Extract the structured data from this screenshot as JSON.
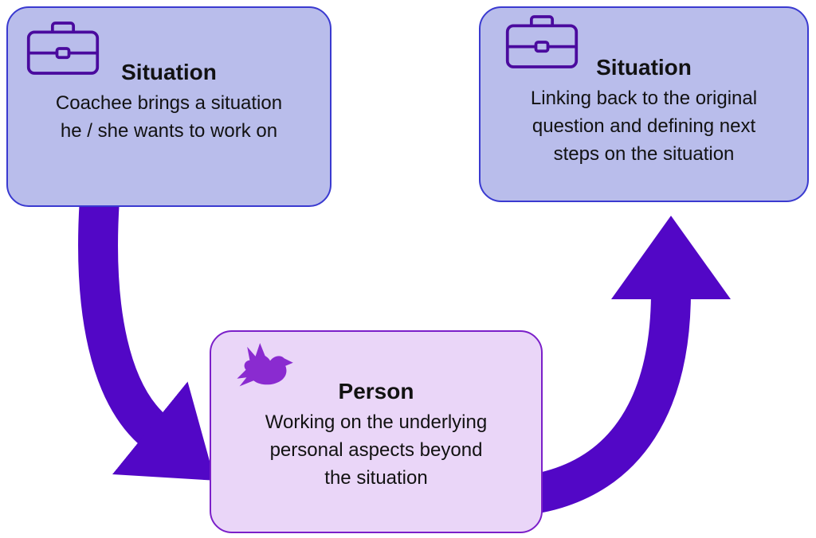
{
  "colors": {
    "situation_box_fill": "#b9bdeb",
    "situation_box_border": "#3a3ad0",
    "person_box_fill": "#ead6f8",
    "person_box_border": "#7b1fc9",
    "arrow": "#5207c6",
    "briefcase_icon": "#4a0a9e",
    "dove_icon": "#8a2bd0",
    "text": "#121212",
    "background": "#ffffff"
  },
  "boxes": [
    {
      "id": "situation-start",
      "icon": "briefcase-icon",
      "title": "Situation",
      "lines": [
        "Coachee brings a situation",
        "he / she wants to work on"
      ]
    },
    {
      "id": "situation-end",
      "icon": "briefcase-icon",
      "title": "Situation",
      "lines": [
        "Linking back to the original",
        "question and defining next",
        "steps on the situation"
      ]
    },
    {
      "id": "person",
      "icon": "dove-icon",
      "title": "Person",
      "lines": [
        "Working on the underlying",
        "personal aspects beyond",
        "the situation"
      ]
    }
  ],
  "arrows": [
    {
      "name": "situation-to-person-arrow",
      "from": "situation-start",
      "to": "person"
    },
    {
      "name": "person-to-situation-arrow",
      "from": "person",
      "to": "situation-end"
    }
  ]
}
